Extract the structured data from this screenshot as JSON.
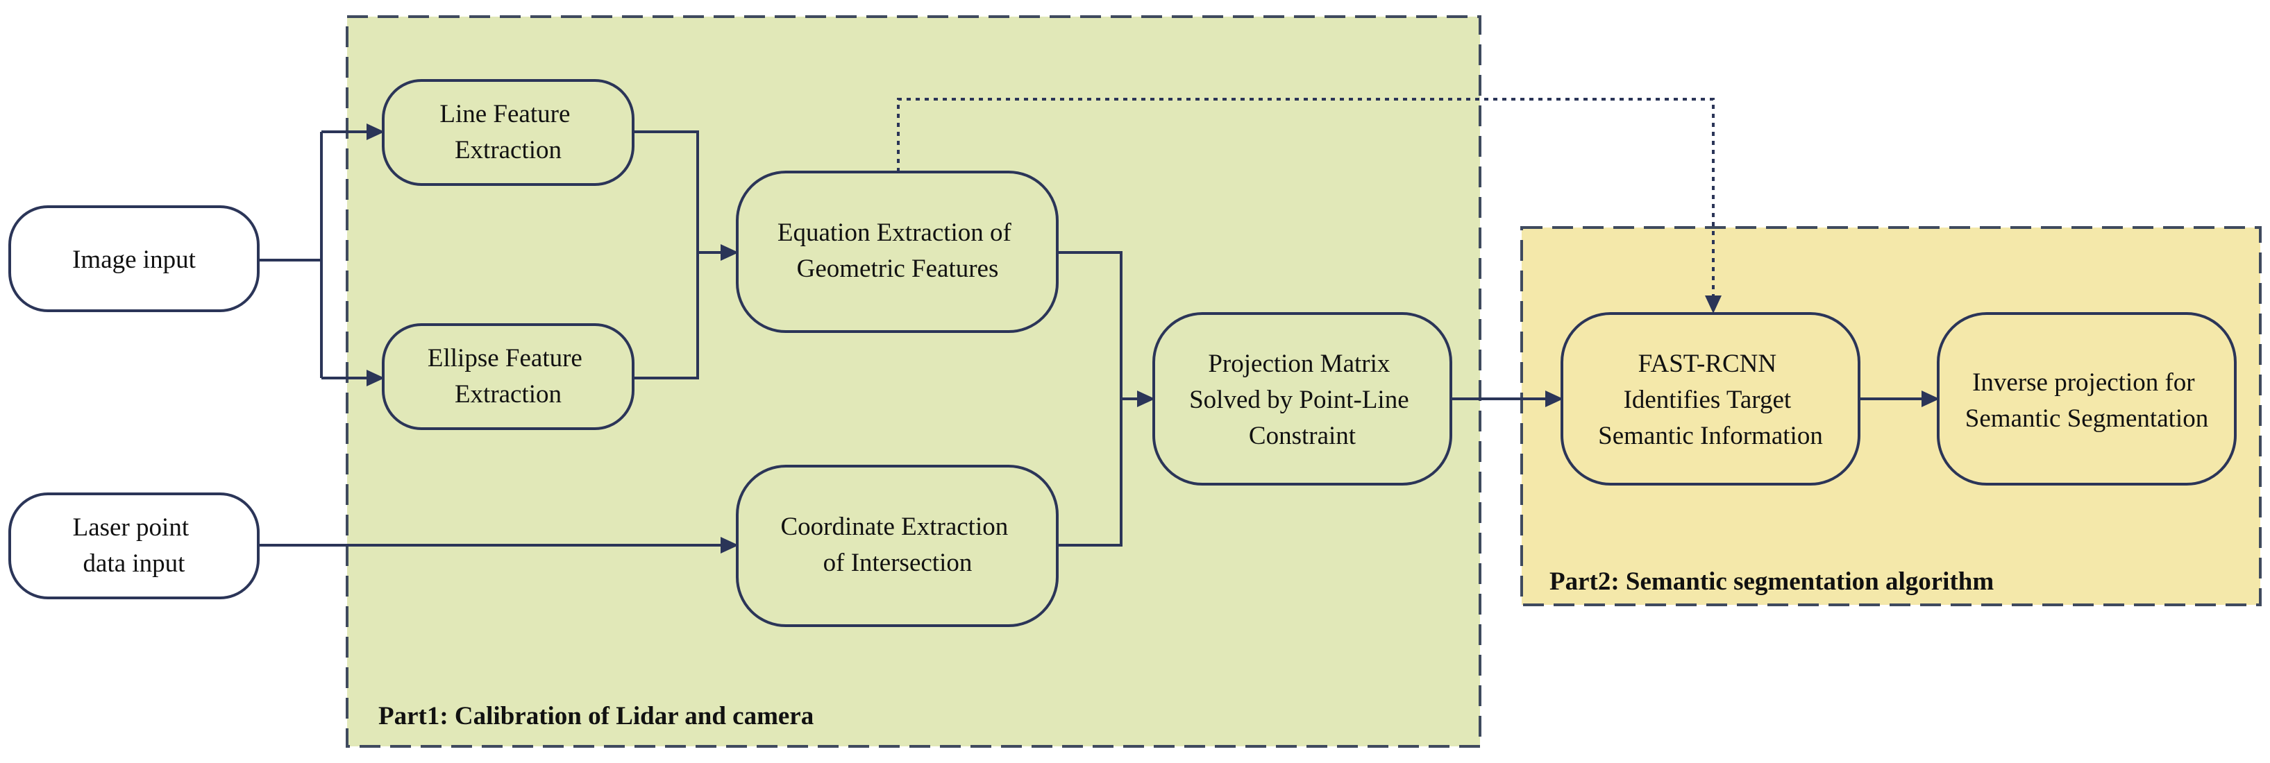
{
  "colors": {
    "part1_fill": "#e1e8b8",
    "part2_fill": "#f4e8aa",
    "border": "#3f4a5e",
    "arrow": "#2b3558",
    "node_fill_part1": "#e1e8b8",
    "node_fill_part2": "#f4e8aa",
    "node_fill_input": "#ffffff"
  },
  "part1": {
    "label": "Part1: Calibration of Lidar and camera"
  },
  "part2": {
    "label": "Part2: Semantic segmentation algorithm"
  },
  "nodes": {
    "image_input": {
      "lines": [
        "Image input"
      ]
    },
    "laser_input": {
      "lines": [
        "Laser point",
        "data input"
      ]
    },
    "line_feature": {
      "lines": [
        "Line Feature",
        "Extraction"
      ]
    },
    "ellipse_feature": {
      "lines": [
        "Ellipse Feature",
        "Extraction"
      ]
    },
    "equation_extraction": {
      "lines": [
        "Equation Extraction of",
        "Geometric Features"
      ]
    },
    "coordinate_extraction": {
      "lines": [
        "Coordinate Extraction",
        "of Intersection"
      ]
    },
    "projection_matrix": {
      "lines": [
        "Projection Matrix",
        "Solved by Point-Line",
        "Constraint"
      ]
    },
    "fast_rcnn": {
      "lines": [
        "FAST-RCNN",
        "Identifies Target",
        "Semantic Information"
      ]
    },
    "inverse_projection": {
      "lines": [
        "Inverse projection for",
        "Semantic Segmentation"
      ]
    }
  }
}
